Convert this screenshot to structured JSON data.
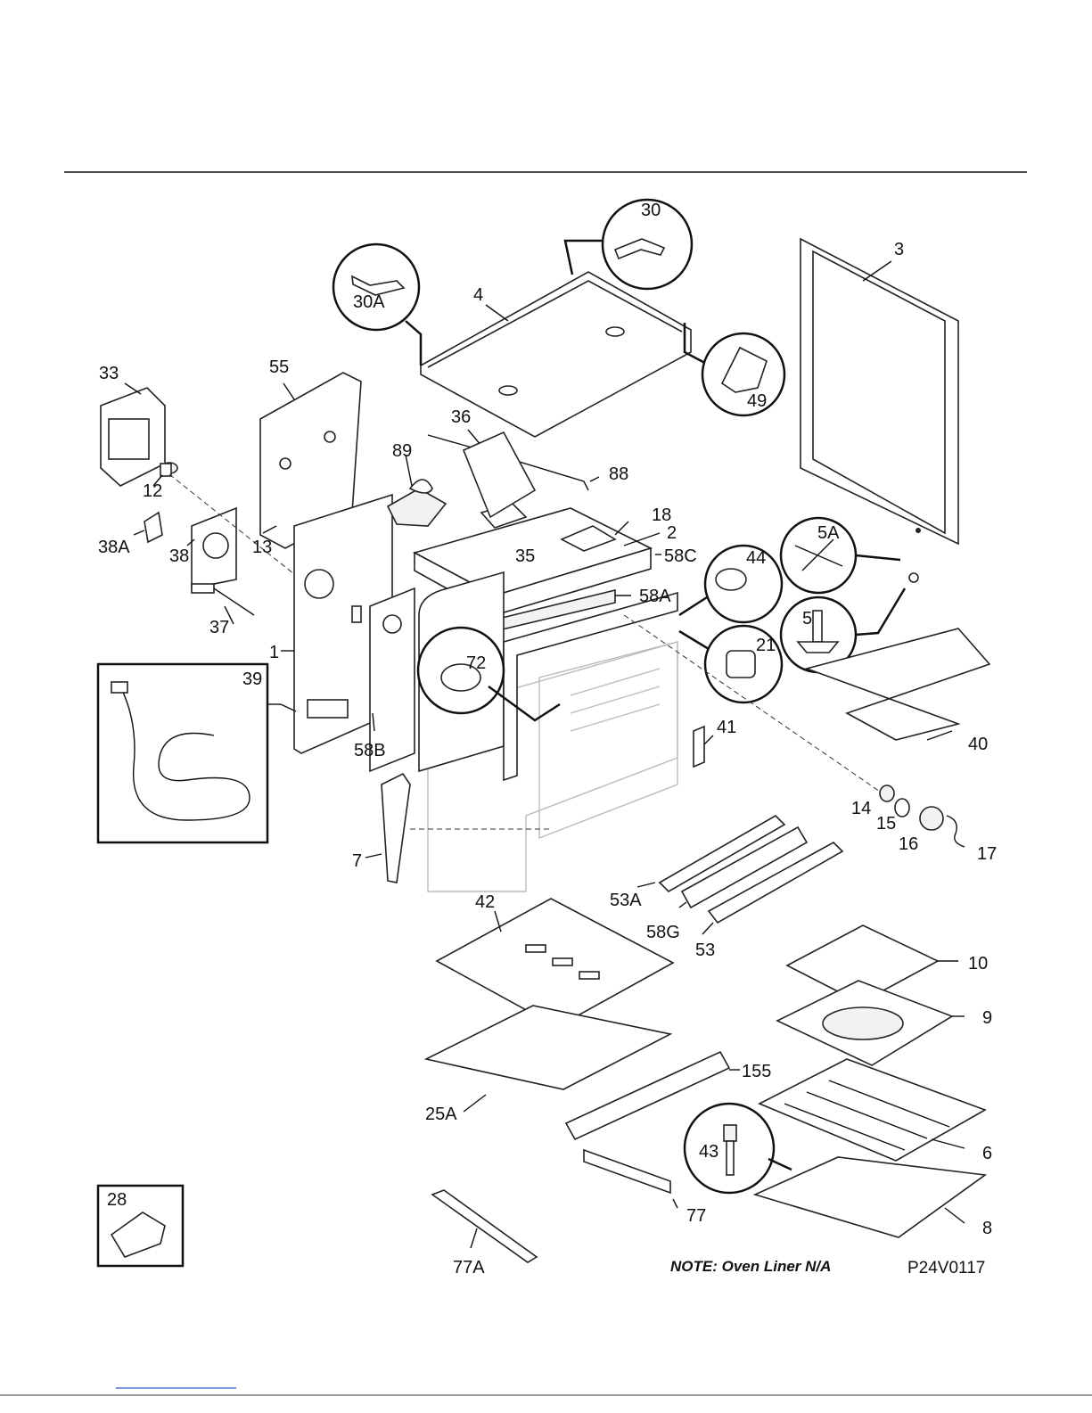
{
  "parts": {
    "p3": "3",
    "p4": "4",
    "p30": "30",
    "p30a": "30A",
    "p49": "49",
    "p33": "33",
    "p55": "55",
    "p36": "36",
    "p89": "89",
    "p88": "88",
    "p12": "12",
    "p38a": "38A",
    "p38": "38",
    "p13": "13",
    "p35": "35",
    "p18": "18",
    "p2": "2",
    "p58c": "58C",
    "p5a": "5A",
    "p44": "44",
    "p58a": "58A",
    "p5": "5",
    "p21": "21",
    "p37": "37",
    "p1": "1",
    "p72": "72",
    "p39": "39",
    "p58b": "58B",
    "p41": "41",
    "p40": "40",
    "p14": "14",
    "p15": "15",
    "p16": "16",
    "p17": "17",
    "p7": "7",
    "p53a": "53A",
    "p42": "42",
    "p58g": "58G",
    "p53": "53",
    "p10": "10",
    "p9": "9",
    "p155": "155",
    "p25a": "25A",
    "p43": "43",
    "p6": "6",
    "p77": "77",
    "p28": "28",
    "p8": "8",
    "p77a": "77A"
  },
  "footer": {
    "note": "NOTE: Oven Liner N/A",
    "diagram_code": "P24V0117"
  }
}
